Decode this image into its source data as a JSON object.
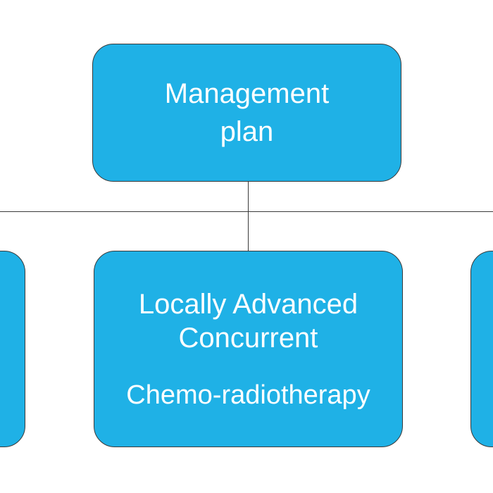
{
  "diagram": {
    "root": {
      "label": "Management\nplan"
    },
    "children": [
      {
        "title": "Locally Advanced\nConcurrent",
        "subtitle": "Chemo-radiotherapy"
      }
    ]
  },
  "colors": {
    "node_fill": "#1fb1e6",
    "node_border": "#3a3a3a",
    "connector": "#3a3a3a",
    "text": "#ffffff"
  }
}
